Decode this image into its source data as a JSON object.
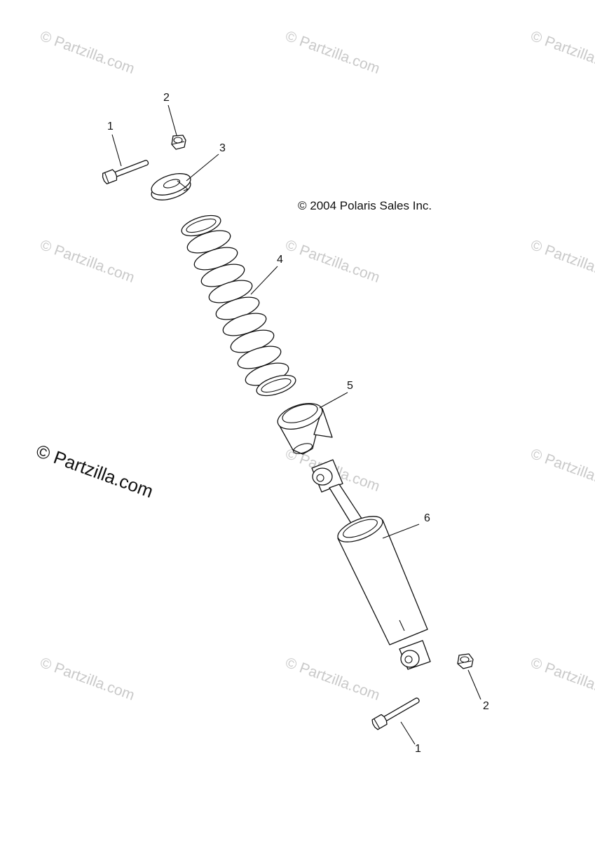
{
  "copyright": "© 2004 Polaris Sales Inc.",
  "watermark": {
    "text": "© Partzilla.com"
  },
  "callouts": {
    "bolt_top": "1",
    "nut_top": "2",
    "washer": "3",
    "spring": "4",
    "bumper": "5",
    "shock": "6",
    "nut_bottom": "2",
    "bolt_bottom": "1"
  }
}
